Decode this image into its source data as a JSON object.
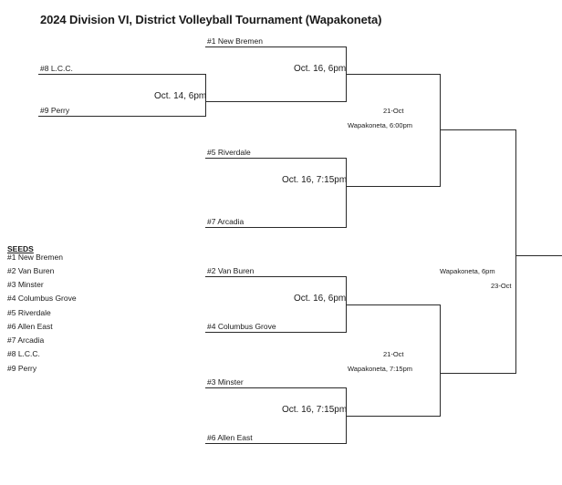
{
  "title": "2024 Division VI, District Volleyball Tournament (Wapakoneta)",
  "round1": {
    "team_a": "#8 L.C.C.",
    "team_b": "#9 Perry",
    "date": "Oct. 14, 6pm"
  },
  "quarterfinals": [
    {
      "team_top": "#1 New Bremen",
      "team_bottom": "",
      "date": "Oct. 16, 6pm"
    },
    {
      "team_top": "#5 Riverdale",
      "team_bottom": "#7 Arcadia",
      "date": "Oct. 16, 7:15pm"
    },
    {
      "team_top": "#2 Van Buren",
      "team_bottom": "#4 Columbus Grove",
      "date": "Oct. 16, 6pm"
    },
    {
      "team_top": "#3 Minster",
      "team_bottom": "#6 Allen East",
      "date": "Oct. 16, 7:15pm"
    }
  ],
  "semifinals": [
    {
      "date": "21-Oct",
      "location": "Wapakoneta, 6:00pm"
    },
    {
      "date": "21-Oct",
      "location": "Wapakoneta, 7:15pm"
    }
  ],
  "final": {
    "location": "Wapakoneta, 6pm",
    "date": "23-Oct"
  },
  "seeds": {
    "heading": "SEEDS",
    "list": [
      "#1 New Bremen",
      "#2 Van Buren",
      "#3 Minster",
      "#4 Columbus Grove",
      "#5 Riverdale",
      "#6 Allen East",
      "#7 Arcadia",
      "#8 L.C.C.",
      "#9 Perry"
    ]
  }
}
